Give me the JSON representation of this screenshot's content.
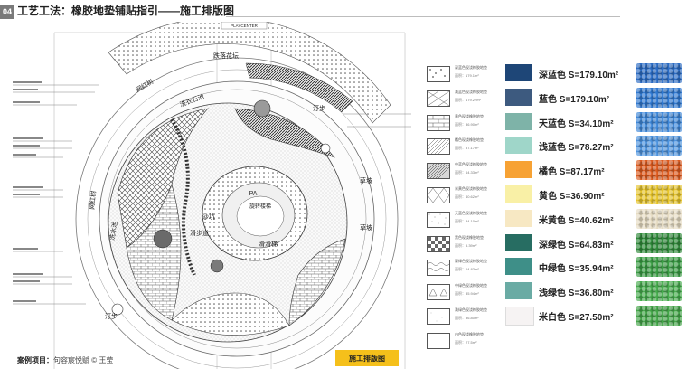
{
  "header": {
    "page_number": "04",
    "title": "工艺工法：橡胶地垫铺贴指引——施工排版图"
  },
  "plan": {
    "top_label": "PLAYCENTER",
    "labels": {
      "bridge": "跌落花坛",
      "cloud_tree": "网红树",
      "stone_river": "洗衣石池",
      "step_top": "汀步",
      "lawn_right": "草坡",
      "lawn_bottom": "草坡",
      "pa": "PA",
      "spiral": "旋转楼梯",
      "sandpit": "沙坑",
      "swing_lane": "滑步道",
      "slide": "滑滑梯",
      "water_curtain": "洗水池",
      "cloud_bed": "网红树",
      "step_bottom": "汀步"
    }
  },
  "legend": [
    {
      "name": "深蓝色现浇橡胶地垫",
      "area_note": "面积：179.1m²",
      "label": "深蓝色",
      "area": "S=179.10m²",
      "color": "#1e4677",
      "photo": "#2b6cc4",
      "pattern": "dots"
    },
    {
      "name": "浅蓝色现浇橡胶地垫",
      "area_note": "面积：179.27m²",
      "label": "蓝色",
      "area": "S=179.10m²",
      "color": "#3d5a7f",
      "photo": "#2f78d0",
      "pattern": "cross"
    },
    {
      "name": "黄色现浇橡胶地垫",
      "area_note": "面积：36.90m²",
      "label": "天蓝色",
      "area": "S=34.10m²",
      "color": "#7eb3a8",
      "photo": "#3e87d8",
      "pattern": "brick"
    },
    {
      "name": "橘色现浇橡胶地垫",
      "area_note": "面积：87.17m²",
      "label": "浅蓝色",
      "area": "S=78.27m²",
      "color": "#9fd6c9",
      "photo": "#4d93de",
      "pattern": "hatch"
    },
    {
      "name": "中蓝色现浇橡胶地垫",
      "area_note": "面积：64.33m²",
      "label": "橘色",
      "area": "S=87.17m²",
      "color": "#f7a234",
      "photo": "#dc5a1e",
      "pattern": "dense"
    },
    {
      "name": "米黄色现浇橡胶地垫",
      "area_note": "面积：40.62m²",
      "label": "黄色",
      "area": "S=36.90m²",
      "color": "#f9f0a6",
      "photo": "#e7c52c",
      "pattern": "diamond"
    },
    {
      "name": "天蓝色现浇橡胶地垫",
      "area_note": "面积：34.10m²",
      "label": "米黄色",
      "area": "S=40.62m²",
      "color": "#f7e8c3",
      "photo": "#e6dcc3",
      "pattern": "fine"
    },
    {
      "name": "黑色现浇橡胶地垫",
      "area_note": "面积：5.39m²",
      "label": "深绿色",
      "area": "S=64.83m²",
      "color": "#276d62",
      "photo": "#2f8a3a",
      "pattern": "checker"
    },
    {
      "name": "深绿色现浇橡胶地垫",
      "area_note": "面积：64.83m²",
      "label": "中绿色",
      "area": "S=35.94m²",
      "color": "#3e8f88",
      "photo": "#3a9c44",
      "pattern": "wave"
    },
    {
      "name": "中绿色现浇橡胶地垫",
      "area_note": "面积：35.94m²",
      "label": "浅绿色",
      "area": "S=36.80m²",
      "color": "#6aaba4",
      "photo": "#46ab4d",
      "pattern": "triangle"
    },
    {
      "name": "浅绿色现浇橡胶地垫",
      "area_note": "面积：36.80m²",
      "label": "米白色",
      "area": "S=27.50m²",
      "color": "#f6f3f3",
      "photo": "#43a548",
      "pattern": "speck"
    },
    {
      "name": "白色现浇橡胶地垫",
      "area_note": "面积：27.5m²",
      "label": "",
      "area": "",
      "color": "#ffffff",
      "photo": "#ffffff",
      "pattern": "blank"
    }
  ],
  "footer": {
    "project_label": "案例项目：",
    "project_value": "句容宸悦赋 © 王莹",
    "layout_tag": "施工排版图"
  }
}
